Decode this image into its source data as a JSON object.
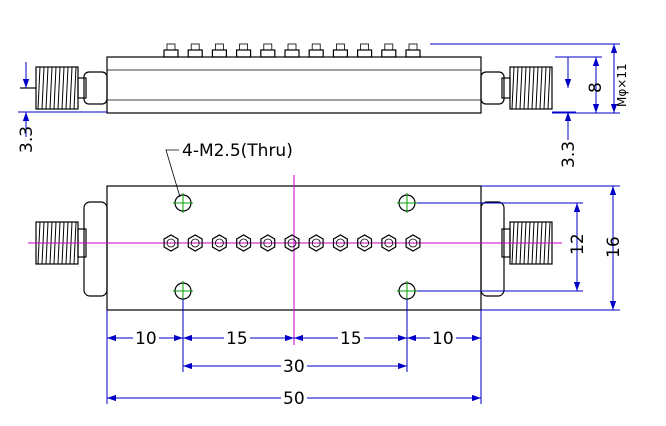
{
  "colors": {
    "outline": "#000000",
    "dimension": "#0000c8",
    "centerline": "#c800c8",
    "crosshair": "#00a000"
  },
  "labels": {
    "hole_callout": "4-M2.5(Thru)",
    "side_left_offset": "3.3",
    "side_right_offset": "3.3",
    "side_height": "8",
    "side_connector": "Mφ×11",
    "dim_height_holes": "12",
    "dim_height_total": "16",
    "dim_left_edge": "10",
    "dim_left_mid": "15",
    "dim_right_mid": "15",
    "dim_right_edge": "10",
    "dim_hole_span": "30",
    "dim_total_width": "50"
  },
  "counts": {
    "tuning_screws": 11,
    "mounting_holes": 4
  }
}
